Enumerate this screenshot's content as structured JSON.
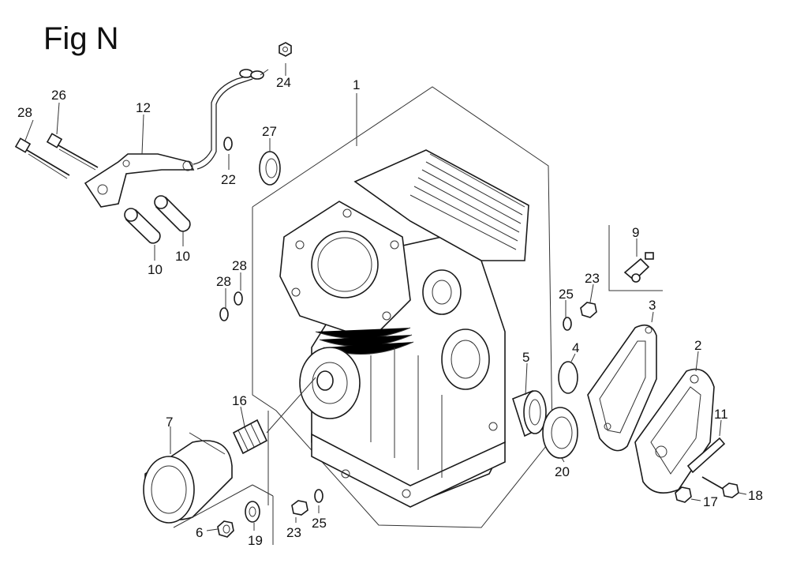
{
  "figure": {
    "title": "Fig N"
  },
  "callouts": [
    "1",
    "2",
    "3",
    "4",
    "5",
    "6",
    "7",
    "9",
    "10",
    "10",
    "11",
    "12",
    "16",
    "17",
    "18",
    "19",
    "20",
    "22",
    "23",
    "23",
    "24",
    "25",
    "25",
    "26",
    "27",
    "28",
    "28",
    "28"
  ],
  "colors": {
    "ink": "#111111",
    "background": "#ffffff"
  }
}
